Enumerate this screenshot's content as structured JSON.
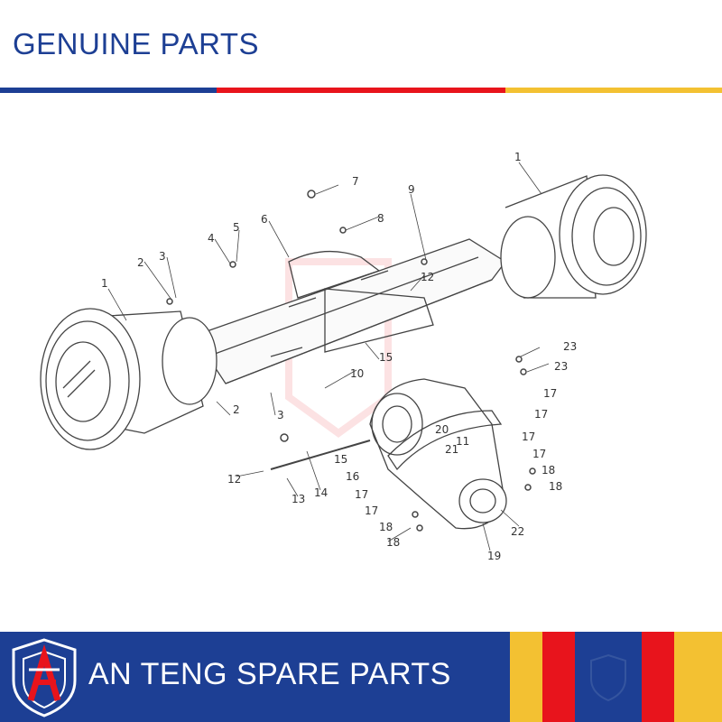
{
  "header": {
    "title": "GENUINE PARTS"
  },
  "footer": {
    "company_name": "AN TENG SPARE PARTS",
    "logo_icon": "an-teng-shield-logo-icon",
    "watermark_icon": "shield-watermark-icon"
  },
  "brand_colors": {
    "blue": "#1d3f94",
    "red": "#e8141c",
    "yellow": "#f3c132"
  },
  "diagram": {
    "callouts": [
      "1",
      "1",
      "2",
      "2",
      "3",
      "3",
      "4",
      "5",
      "6",
      "7",
      "8",
      "9",
      "10",
      "11",
      "12",
      "12",
      "13",
      "14",
      "15",
      "15",
      "16",
      "17",
      "17",
      "17",
      "17",
      "17",
      "17",
      "18",
      "18",
      "18",
      "18",
      "19",
      "20",
      "21",
      "22",
      "23",
      "23"
    ]
  }
}
